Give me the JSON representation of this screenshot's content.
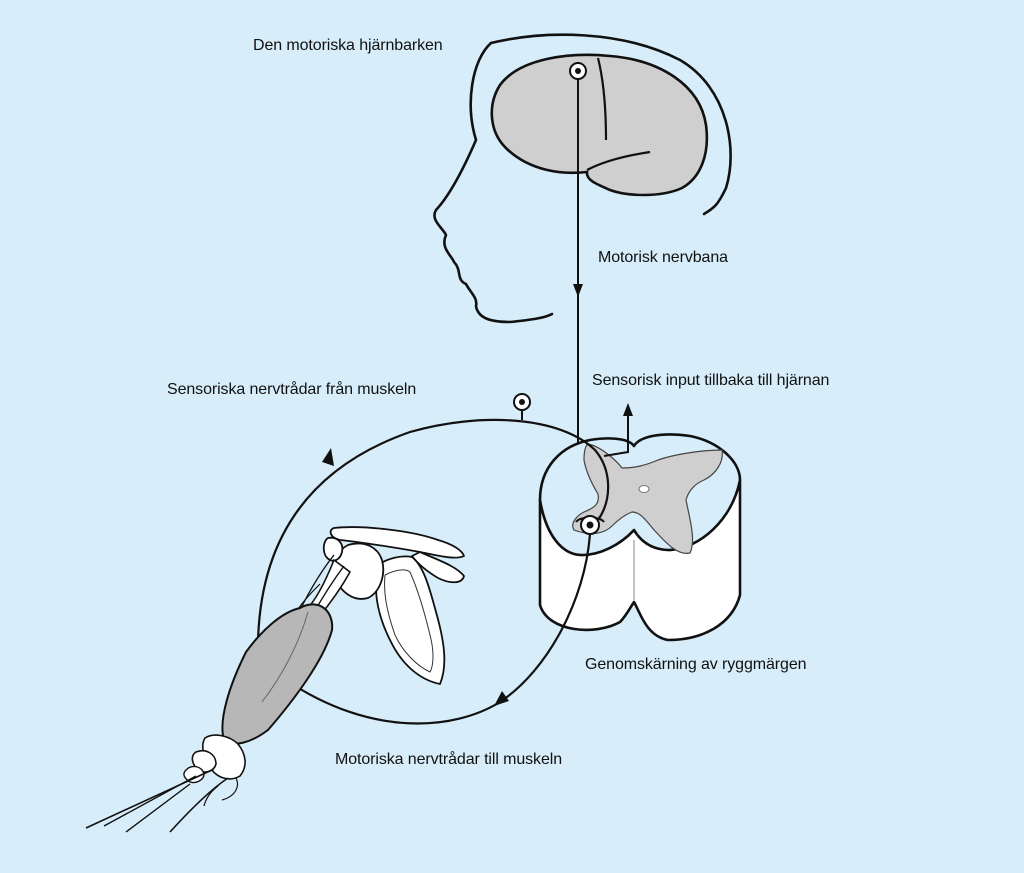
{
  "colors": {
    "background": "#d7edf9",
    "stroke": "#111111",
    "gray_matter": "#cfcfcf",
    "white_matter": "#ffffff"
  },
  "labels": {
    "motor_cortex": "Den motoriska hjärnbarken",
    "motor_pathway": "Motorisk nervbana",
    "sensory_fibers": "Sensoriska nervtrådar från muskeln",
    "sensory_input": "Sensorisk input tillbaka till hjärnan",
    "spinal_cross_section": "Genomskärning av ryggmärgen",
    "motor_fibers": "Motoriska nervtrådar till muskeln"
  }
}
